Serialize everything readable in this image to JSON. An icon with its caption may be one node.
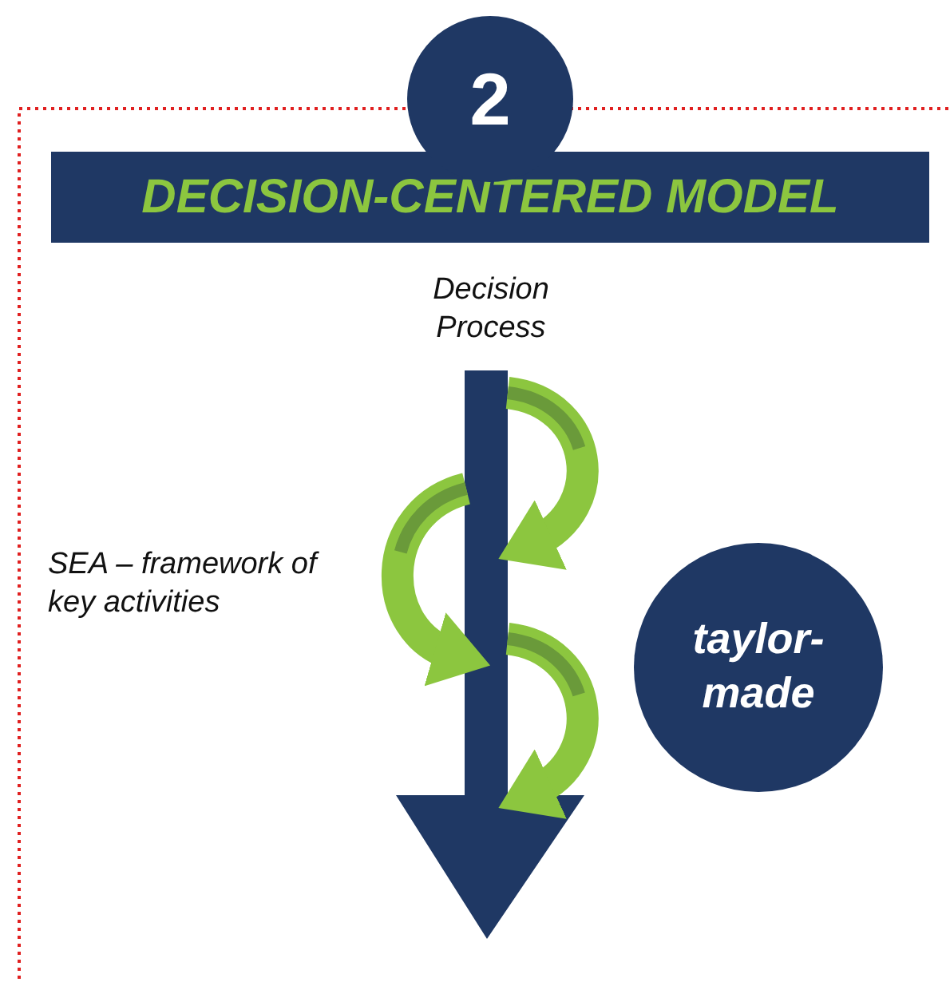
{
  "diagram": {
    "nodes": [
      {
        "text": [
          "2"
        ]
      },
      {
        "text": [
          "DECISION-CENTERED MODEL"
        ]
      },
      {
        "text": [
          "taylor-made"
        ]
      }
    ],
    "labels": [
      "Decision Process",
      "SEA – framework of key activities"
    ]
  }
}
